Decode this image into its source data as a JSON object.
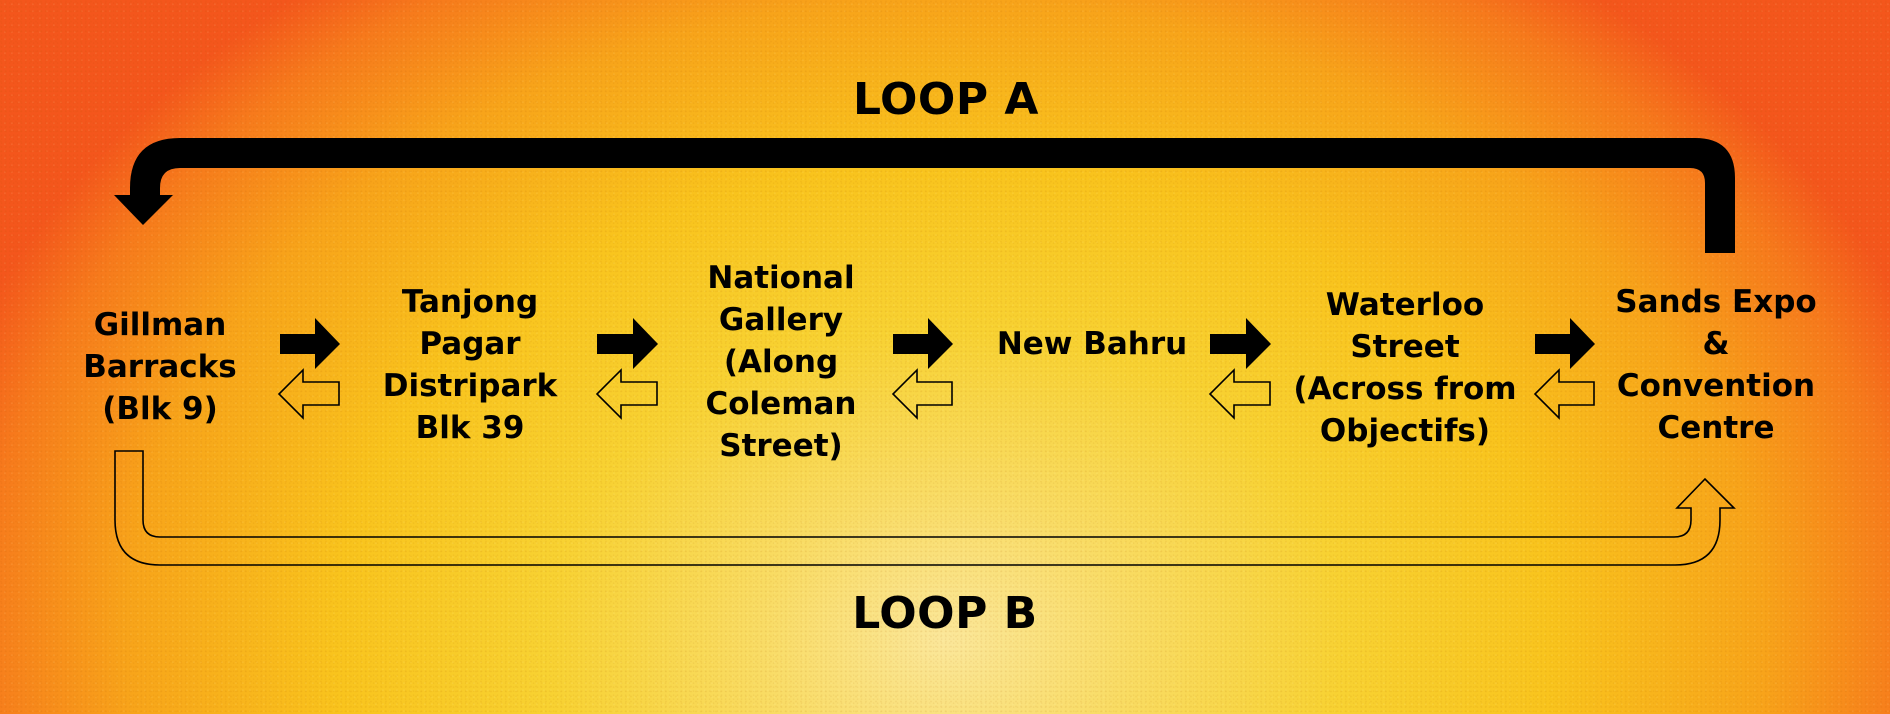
{
  "loops": {
    "a": {
      "label": "LOOP A"
    },
    "b": {
      "label": "LOOP B"
    }
  },
  "stations": [
    {
      "name": "Gillman Barracks (Blk 9)",
      "lines": [
        "Gillman",
        "Barracks",
        "(Blk 9)"
      ]
    },
    {
      "name": "Tanjong Pagar Distripark Blk 39",
      "lines": [
        "Tanjong",
        "Pagar",
        "Distripark",
        "Blk 39"
      ]
    },
    {
      "name": "National Gallery (Along Coleman Street)",
      "lines": [
        "National",
        "Gallery",
        "(Along",
        "Coleman",
        "Street)"
      ]
    },
    {
      "name": "New Bahru",
      "lines": [
        "New Bahru"
      ]
    },
    {
      "name": "Waterloo Street (Across from Objectifs)",
      "lines": [
        "Waterloo",
        "Street",
        "(Across from",
        "Objectifs)"
      ]
    },
    {
      "name": "Sands Expo & Convention Centre",
      "lines": [
        "Sands Expo",
        "&",
        "Convention",
        "Centre"
      ]
    }
  ],
  "arrows": {
    "forward": "filled right arrow (Loop A direction)",
    "backward": "outlined left arrow (Loop B direction)"
  },
  "colors": {
    "edge": "#f4561c",
    "mid": "#f9c41d",
    "center": "#fbe79a",
    "ink": "#000000"
  }
}
